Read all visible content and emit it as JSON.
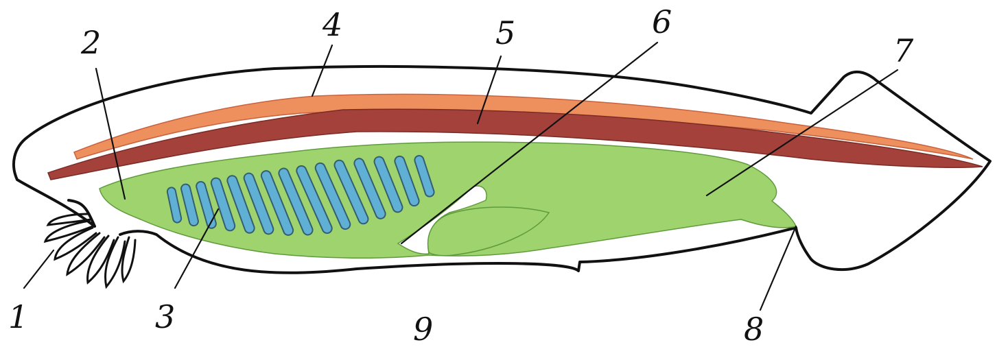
{
  "labels": [
    "1",
    "2",
    "3",
    "4",
    "5",
    "6",
    "7",
    "8",
    "9"
  ],
  "colors": {
    "outline": "#111111",
    "nerve_cord": "#ee8f5e",
    "notochord": "#a4413a",
    "pharynx_gut": "#9fd36e",
    "gill_slit": "#5fb0d4",
    "background": "#ffffff"
  },
  "icons": [
    "lancelet-body-outline",
    "oral-tentacles",
    "gill-slits",
    "nerve-cord",
    "notochord",
    "digestive-tract",
    "liver-outgrowth"
  ]
}
